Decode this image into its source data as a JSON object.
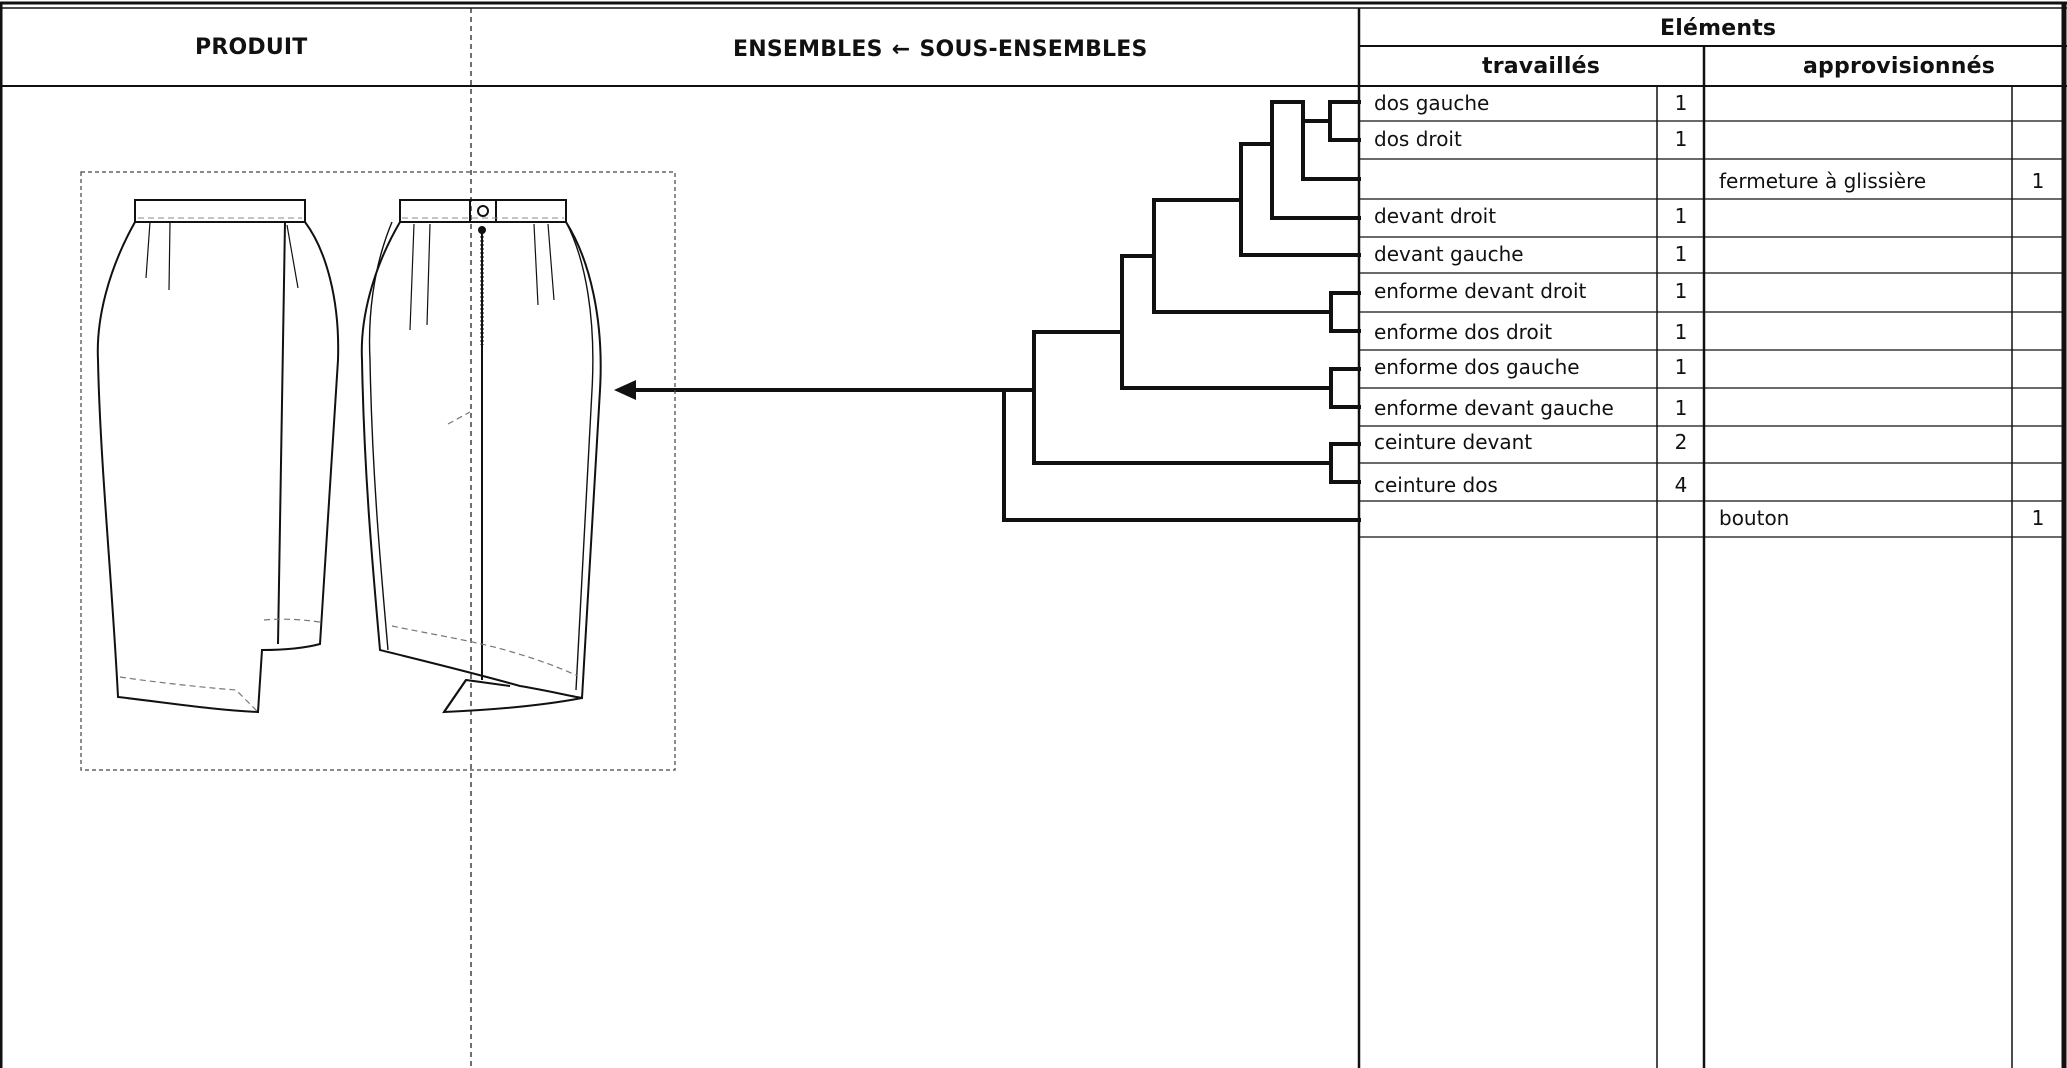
{
  "header": {
    "produit": "PRODUIT",
    "ensembles": "ENSEMBLES",
    "arrow_glyph": "←",
    "sous_ensembles": "SOUS-ENSEMBLES",
    "elements": "Eléments",
    "travailles": "travaillés",
    "approvisionnes": "approvisionnés"
  },
  "rows": [
    {
      "travaille": "dos gauche",
      "travaille_qty": "1",
      "appro": "",
      "appro_qty": ""
    },
    {
      "travaille": "dos droit",
      "travaille_qty": "1",
      "appro": "",
      "appro_qty": ""
    },
    {
      "travaille": "",
      "travaille_qty": "",
      "appro": "fermeture à glissière",
      "appro_qty": "1"
    },
    {
      "travaille": "devant droit",
      "travaille_qty": "1",
      "appro": "",
      "appro_qty": ""
    },
    {
      "travaille": "devant gauche",
      "travaille_qty": "1",
      "appro": "",
      "appro_qty": ""
    },
    {
      "travaille": "enforme devant droit",
      "travaille_qty": "1",
      "appro": "",
      "appro_qty": ""
    },
    {
      "travaille": "enforme dos droit",
      "travaille_qty": "1",
      "appro": "",
      "appro_qty": ""
    },
    {
      "travaille": "enforme dos gauche",
      "travaille_qty": "1",
      "appro": "",
      "appro_qty": ""
    },
    {
      "travaille": "enforme devant gauche",
      "travaille_qty": "1",
      "appro": "",
      "appro_qty": ""
    },
    {
      "travaille": "ceinture devant",
      "travaille_qty": "2",
      "appro": "",
      "appro_qty": ""
    },
    {
      "travaille": "ceinture dos",
      "travaille_qty": "4",
      "appro": "",
      "appro_qty": ""
    },
    {
      "travaille": "",
      "travaille_qty": "",
      "appro": "bouton",
      "appro_qty": "1"
    }
  ],
  "illustration": {
    "subject": "skirt-technical-flat",
    "views": [
      "front",
      "back"
    ]
  },
  "colors": {
    "ink": "#111111",
    "guide": "#888888",
    "background": "#ffffff"
  }
}
